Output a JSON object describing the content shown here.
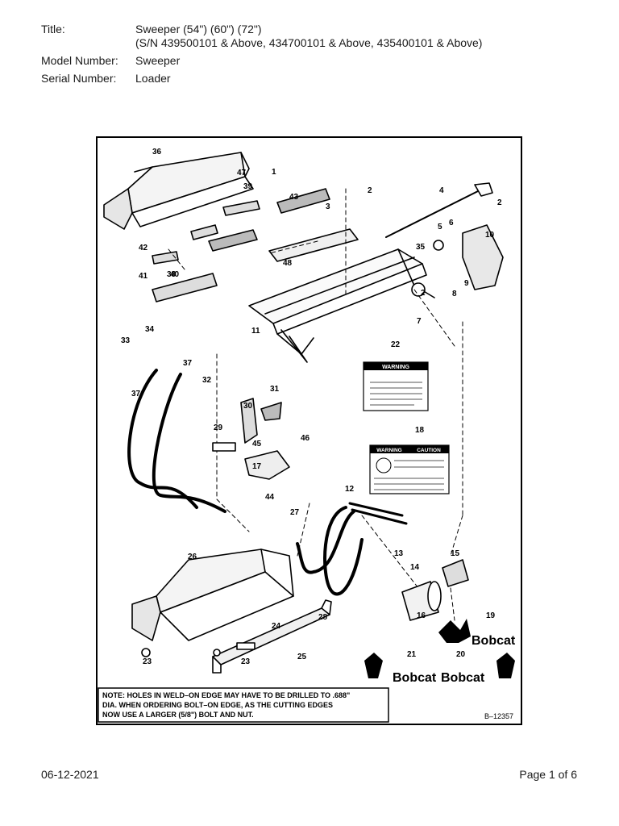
{
  "header": {
    "title_label": "Title:",
    "title_line1": "Sweeper (54\") (60\") (72\")",
    "title_line2": "(S/N 439500101 & Above, 434700101 & Above, 435400101 & Above)",
    "model_label": "Model Number:",
    "model_value": "Sweeper",
    "serial_label": "Serial Number:",
    "serial_value": "Loader"
  },
  "diagram": {
    "callouts": [
      "1",
      "2",
      "2",
      "2",
      "3",
      "4",
      "5",
      "6",
      "7",
      "8",
      "9",
      "10",
      "11",
      "12",
      "13",
      "14",
      "15",
      "16",
      "17",
      "18",
      "19",
      "20",
      "21",
      "22",
      "23",
      "23",
      "24",
      "25",
      "26",
      "27",
      "28",
      "29",
      "30",
      "31",
      "32",
      "33",
      "34",
      "35",
      "36",
      "37",
      "37",
      "38",
      "39",
      "40",
      "41",
      "42",
      "43",
      "44",
      "45",
      "46",
      "47",
      "48"
    ],
    "note_line1": "NOTE: HOLES IN WELD–ON EDGE MAY HAVE TO BE DRILLED TO .688\"",
    "note_line2": "DIA. WHEN ORDERING BOLT–ON EDGE, AS THE CUTTING EDGES",
    "note_line3": "NOW USE A LARGER (5/8\") BOLT AND NUT.",
    "figure_id": "B–12357",
    "brand": "Bobcat",
    "decal_22_heading": "WARNING",
    "decal_18_heading1": "WARNING",
    "decal_18_heading2": "CAUTION"
  },
  "footer": {
    "date": "06-12-2021",
    "page": "Page 1 of 6"
  }
}
